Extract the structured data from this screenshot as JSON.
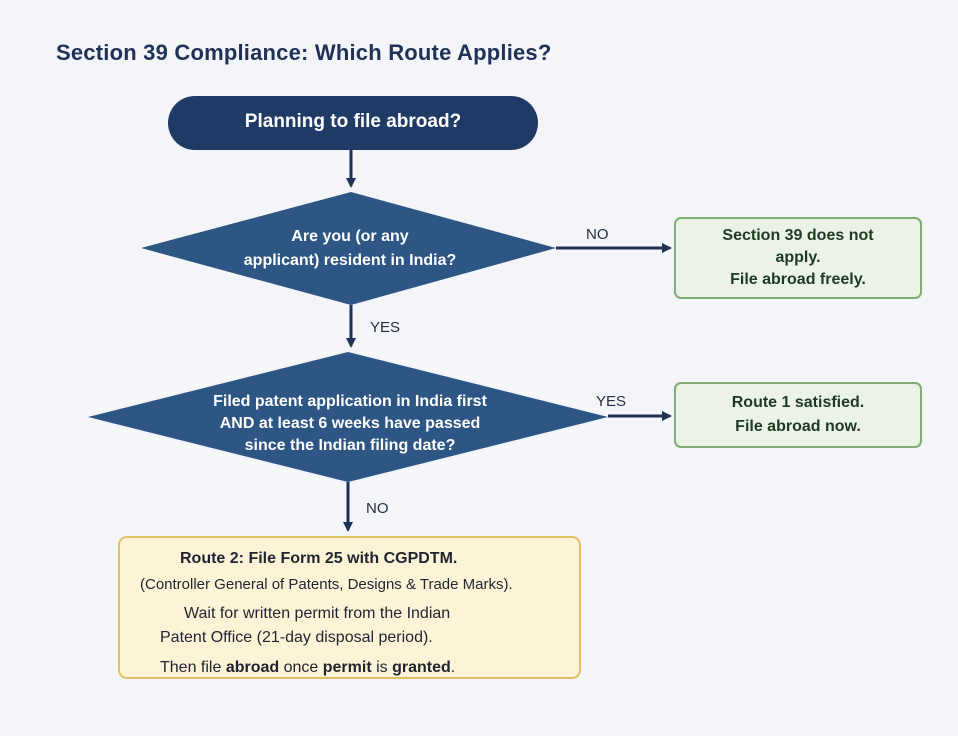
{
  "title": "Section 39 Compliance: Which Route Applies?",
  "start": "Planning to file abroad?",
  "decision1": {
    "line1": "Are you (or any",
    "line2": "applicant) resident in India?"
  },
  "decision2": {
    "line1": "Filed patent application in India first",
    "line2": "AND at least 6 weeks have passed",
    "line3": "since the Indian filing date?"
  },
  "labels": {
    "no1": "NO",
    "yes1": "YES",
    "yes2": "YES",
    "no2": "NO"
  },
  "outcome_no_apply": {
    "line1": "Section 39 does not",
    "line2": "apply.",
    "line3": "File abroad freely."
  },
  "outcome_route1": {
    "line1": "Route 1 satisfied.",
    "line2": "File abroad now."
  },
  "route2": {
    "heading": "Route 2: File Form 25 with CGPDTM.",
    "line2": "(Controller General of Patents, Designs & Trade Marks).",
    "line3": "Wait for written permit from the Indian",
    "line4": "Patent Office (21-day disposal period).",
    "line5_part1": "Then file ",
    "line5_bold1": "abroad",
    "line5_part2": " once ",
    "line5_bold2": "permit",
    "line5_part3": " is ",
    "line5_bold3": "granted",
    "line5_part4": "."
  },
  "colors": {
    "navy": "#1f3a64",
    "arrow": "#1f3156",
    "green_fill": "#eaf3e6",
    "green_border": "#7fae72",
    "yellow_fill": "#fdf3d6",
    "yellow_border": "#e2bf63"
  }
}
